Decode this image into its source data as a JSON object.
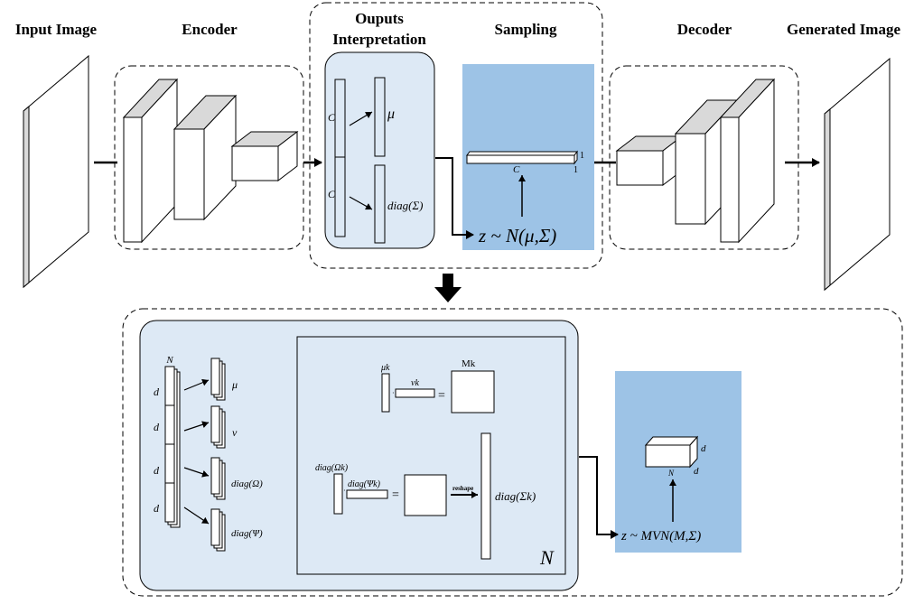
{
  "headers": {
    "input_image": "Input Image",
    "encoder": "Encoder",
    "outputs_line1": "Ouputs",
    "outputs_line2": "Interpretation",
    "sampling": "Sampling",
    "decoder": "Decoder",
    "generated_image": "Generated Image"
  },
  "top": {
    "c_upper": "C",
    "c_lower": "C",
    "mu": "μ",
    "diag_sigma": "diag(Σ)",
    "bar_one_a": "1",
    "bar_one_b": "1",
    "bar_c": "C",
    "z_formula": "z ~ N(μ,Σ)"
  },
  "bottom": {
    "n_top": "N",
    "d_labels": [
      "d",
      "d",
      "d",
      "d"
    ],
    "mu": "μ",
    "nu": "ν",
    "diag_omega": "diag(Ω)",
    "diag_psi": "diag(Ψ)",
    "mu_k": "μk",
    "nu_k": "νk",
    "M_k": "Mk",
    "eq1": "=",
    "diag_omega_k": "diag(Ωk)",
    "diag_psi_k": "diag(Ψk)",
    "eq2": "=",
    "reshape": "reshape",
    "diag_sigma_k": "diag(Σk)",
    "n_big": "N",
    "cube_d_right": "d",
    "cube_d_bottom": "d",
    "cube_n": "N",
    "z_formula": "z ~ MVN(M,Σ)"
  },
  "colors": {
    "light_blue": "#dde9f5",
    "sampling_blue": "#9dc3e6",
    "cube_top": "#d9d9d9"
  }
}
